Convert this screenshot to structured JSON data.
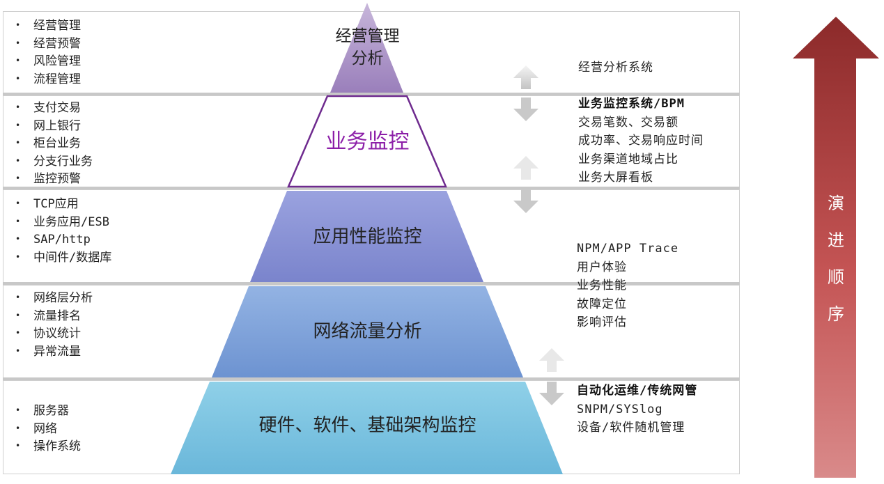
{
  "levels": [
    {
      "name": "经营管理\n分析",
      "color": "#a98fc4",
      "bullets": [
        "经营管理",
        "经营预警",
        "风险管理",
        "流程管理"
      ]
    },
    {
      "name": "业务监控",
      "color": "#ffffff",
      "name_color": "#8c1fa8",
      "bullets": [
        "支付交易",
        "网上银行",
        "柜台业务",
        "分支行业务",
        "监控预警"
      ]
    },
    {
      "name": "应用性能监控",
      "color": "#8a94d6",
      "bullets": [
        "TCP应用",
        "业务应用/ESB",
        "SAP/http",
        "中间件/数据库"
      ]
    },
    {
      "name": "网络流量分析",
      "color": "#7fa3da",
      "bullets": [
        "网络层分析",
        "流量排名",
        "协议统计",
        "异常流量"
      ]
    },
    {
      "name": "硬件、软件、基础架构监控",
      "color": "#7cc4e0",
      "bullets": [
        "服务器",
        "网络",
        "操作系统"
      ]
    }
  ],
  "descriptions": {
    "business_analysis": "经营分析系统",
    "monitoring": {
      "title": "业务监控系统/BPM",
      "lines": [
        "交易笔数、交易额",
        "成功率、交易响应时间",
        "业务渠道地域占比",
        "业务大屏看板"
      ]
    },
    "apm": {
      "lines": [
        "NPM/APP Trace",
        "用户体验",
        "业务性能",
        "故障定位",
        "影响评估"
      ]
    },
    "infra": {
      "title": "自动化运维/传统网管",
      "lines": [
        "SNPM/SYSlog",
        "设备/软件随机管理"
      ]
    }
  },
  "evolution": {
    "label_chars": [
      "演",
      "进",
      "顺",
      "序"
    ],
    "color_top": "#8c2a2a",
    "color_bottom": "#d98a8a"
  }
}
